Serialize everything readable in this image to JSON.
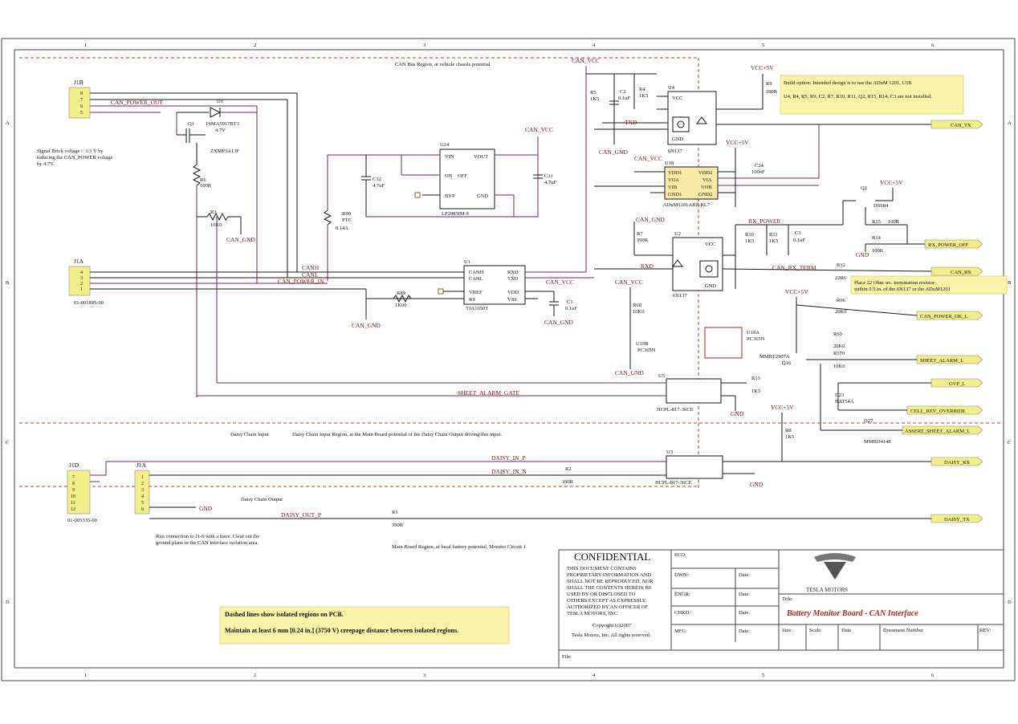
{
  "sheet": {
    "col_labels": [
      "1",
      "2",
      "3",
      "4",
      "5",
      "6"
    ],
    "row_labels": [
      "A",
      "B",
      "C",
      "D"
    ]
  },
  "regions": {
    "can_bus": "CAN Bus Region, at vehicle chassis potential",
    "daisy_input": "Daisy Chain Input Region, at the Main Board potential of the Daisy Chain Output driving this input.",
    "daisy_input_short": "Daisy Chain Input",
    "daisy_output": "Daisy Chain Output",
    "main_board": "Main Board Region, at local battery potential, Monitor Circuit 1"
  },
  "notes": {
    "signal_brick": [
      "Signal Brick voltage < 1.3 V by",
      "reducing the CAN_POWER voltage",
      "by 4.7V."
    ],
    "build_option": [
      "Build option: Intended design is to use the ADuM 1201, U18.",
      "U4, R4, R5, R9, C2, R7, R10, R11, Q2, R15, R14, C3 are not installed."
    ],
    "termination": [
      "Place 22 Ohm src. termination resistor",
      "within 0.5 in. of the 6N137 or the ADuM1201"
    ],
    "trace": [
      "Run connection to J1-6 with a trace. Clear out the",
      "ground plane in the CAN interface isolation area."
    ],
    "dashed_1": "Dashed lines show isolated regions on PCB.",
    "dashed_2": "Maintain at least 6 mm [0.24 in.] (3750 V) creepage distance between isolated regions."
  },
  "ports": {
    "can_tx": "CAN_TX",
    "can_rx": "CAN_RX",
    "rx_power_off": "RX_POWER_OFF",
    "can_power_ok": "CAN_POWER_OK_L",
    "sheet_alarm": "SHEET_ALARM_L",
    "ovp": "OVP_L",
    "cell_rev": "CELL_REV_OVERRIDE",
    "assert_sheet": "ASSERT_SHEET_ALARM_L",
    "daisy_rx": "DAISY_RX",
    "daisy_tx": "DAISY_TX"
  },
  "nets": {
    "can_power_out": "CAN_POWER_OUT",
    "can_power_in": "CAN_POWER_IN",
    "canh": "CANH",
    "canl": "CANL",
    "txd": "TXD",
    "rxd": "RXD",
    "can_vcc": "CAN_VCC",
    "can_gnd": "CAN_GND",
    "vcc5": "VCC+5V",
    "gnd": "GND",
    "rx_power": "RX_POWER",
    "can_rx_term": "CAN_RX_TERM",
    "sheet_alarm_gate": "SHEET_ALARM_GATE",
    "daisy_in_p": "DAISY_IN_P",
    "daisy_in_n": "DAISY_IN_N",
    "daisy_out_p": "DAISY_OUT_P"
  },
  "components": {
    "j1b": "J1B",
    "j1a": "J1A",
    "j1a_part": "01-001895-00",
    "j1d": "J1D",
    "j1d_part": "01-005335-00",
    "j1a2": "J1A",
    "d1": [
      "D1",
      "1SMA5917BT3",
      "4.7V"
    ],
    "q1": [
      "Q1",
      "ZXMP3A13F"
    ],
    "r6": [
      "R6",
      "100R"
    ],
    "r3": [
      "R3",
      "10K0"
    ],
    "u14": [
      "U14",
      "LP2985IM-5"
    ],
    "u14_pins": [
      "VIN",
      "ON",
      "OFF",
      "BYP",
      "VOUT",
      "GND"
    ],
    "c32": [
      "C32",
      "4.7uF"
    ],
    "c31": [
      "C31",
      "4.7uF"
    ],
    "r90": [
      "R90",
      "PTC",
      "0.14A"
    ],
    "u1": [
      "U1",
      "TJA1050T"
    ],
    "u1_pins": [
      "CANH",
      "CANL",
      "VREF",
      "RS",
      "RXD",
      "TXD",
      "VDD",
      "VSS"
    ],
    "r89": [
      "R89",
      "1K00"
    ],
    "c1": [
      "C1",
      "0.1uF"
    ],
    "u4": [
      "U4",
      "6N137"
    ],
    "u4_pins": [
      "VCC",
      "GND"
    ],
    "r5": [
      "R5",
      "1K5"
    ],
    "r4": [
      "R4",
      "1K5"
    ],
    "c2": [
      "C2",
      "0.1uF"
    ],
    "r9": [
      "R9",
      "390R"
    ],
    "u18": [
      "U18",
      "ADuM1201ARZ-RL7"
    ],
    "u18_pins": [
      "VDD1",
      "VOA",
      "VIB",
      "GND1",
      "VDD2",
      "VIA",
      "VOB",
      "GND2"
    ],
    "c24": [
      "C24",
      "100nF"
    ],
    "u2": [
      "U2",
      "6N137"
    ],
    "r7": [
      "R7",
      "390R"
    ],
    "r10": [
      "R10",
      "1K5"
    ],
    "r11": [
      "R11",
      "1K5"
    ],
    "c3": [
      "C3",
      "0.1uF"
    ],
    "q2": [
      "Q2",
      "DSS84"
    ],
    "r15": [
      "R15",
      "100R"
    ],
    "r14": [
      "R14",
      "100K"
    ],
    "r12": [
      "R12",
      "22R6"
    ],
    "r68": [
      "R68",
      "10K0"
    ],
    "u19b": [
      "U19B",
      "PC365N"
    ],
    "u19a": [
      "U19A",
      "PC365N"
    ],
    "r96": [
      "R96",
      "20K0"
    ],
    "q16": [
      "MMBT2907A",
      "Q16"
    ],
    "r69": [
      "R69",
      "20K0"
    ],
    "r170": [
      "R170",
      "10K0"
    ],
    "d23": [
      "D23",
      "BAT54A"
    ],
    "d27": [
      "D27",
      "MMBD4148"
    ],
    "u5": [
      "U5",
      "HCPL-817-36CE"
    ],
    "r13": [
      "R13",
      "1K5"
    ],
    "u3": [
      "U3",
      "HCPL-817-36CE"
    ],
    "r8": [
      "R8",
      "1K5"
    ],
    "r2": [
      "R2",
      "390R"
    ],
    "r1": [
      "R1",
      "390R"
    ]
  },
  "title_block": {
    "confidential": "CONFIDENTIAL",
    "conf_text": [
      "THIS DOCUMENT CONTAINS",
      "PROPRIETARY INFORMATION AND",
      "SHALL NOT BE REPRODUCED, NOR",
      "SHALL THE CONTENTS HEREIN BE",
      "USED BY OR DISCLOSED TO",
      "OTHERS EXCEPT AS EXPRESSLY",
      "AUTHORIZED BY AN OFFICER OF",
      "TESLA MOTORS, INC."
    ],
    "copyright": "Copyright (c)2007",
    "rights": "Tesla Motors, Inc. All rights reserved.",
    "eco": "ECO:",
    "dwn": "DWN:",
    "engr": "ENGR:",
    "chkd": "CHKD:",
    "mfg": "MFG:",
    "date": "Date:",
    "title_label": "Title:",
    "title": "Battery Monitor Board - CAN Interface",
    "logo_text": "TESLA MOTORS",
    "size": "Size:",
    "scale": "Scale:",
    "date2": "Date",
    "docnum": "Document Number",
    "rev": "REV:",
    "file": "File:"
  },
  "colors": {
    "region_line": "#d0342c",
    "bus": "#7a1f6a",
    "title": "#c0201a",
    "port_fill": "#f2ee8a"
  }
}
